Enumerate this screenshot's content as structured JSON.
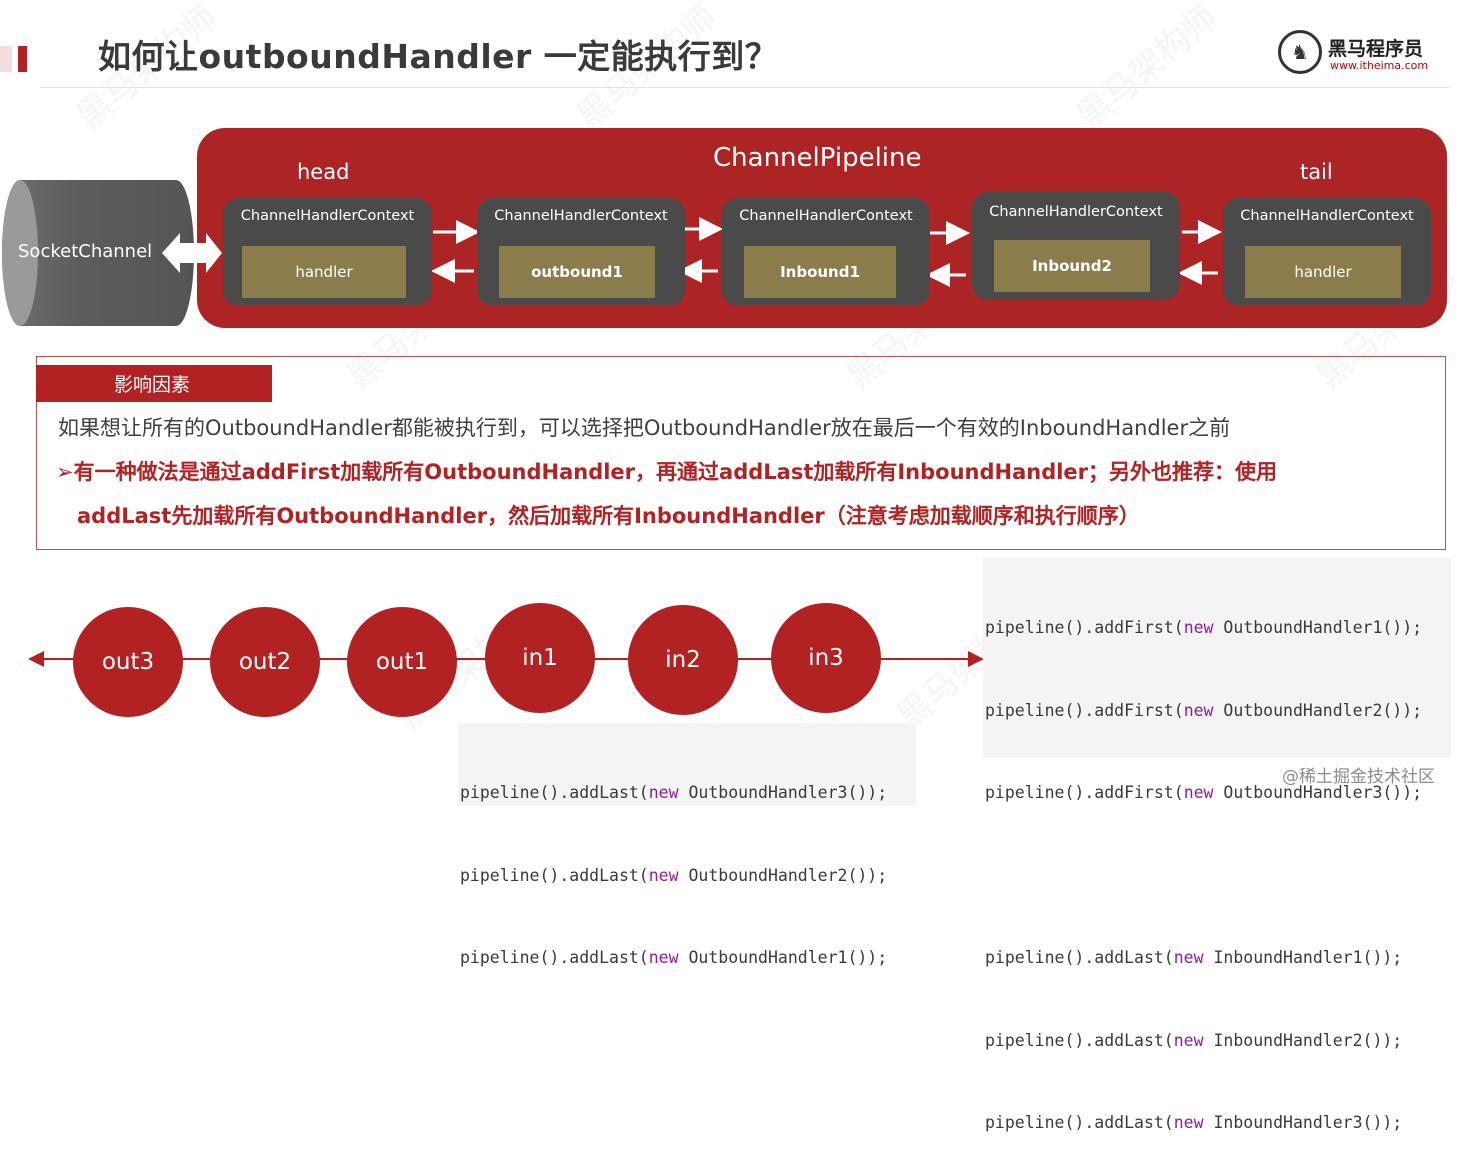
{
  "header": {
    "title": "如何让outboundHandler 一定能执行到？",
    "logo_name": "黑马程序员",
    "logo_url": "www.itheima.com"
  },
  "pipeline": {
    "title": "ChannelPipeline",
    "head_label": "head",
    "tail_label": "tail",
    "socket_label": "SocketChannel",
    "contexts": [
      {
        "label": "ChannelHandlerContext",
        "handler": "handler"
      },
      {
        "label": "ChannelHandlerContext",
        "handler": "outbound1"
      },
      {
        "label": "ChannelHandlerContext",
        "handler": "Inbound1"
      },
      {
        "label": "ChannelHandlerContext",
        "handler": "Inbound2"
      },
      {
        "label": "ChannelHandlerContext",
        "handler": "handler"
      }
    ]
  },
  "factors": {
    "tab_label": "影响因素",
    "line1": "如果想让所有的OutboundHandler都能被执行到，可以选择把OutboundHandler放在最后一个有效的InboundHandler之前",
    "line2": "➢有一种做法是通过addFirst加载所有OutboundHandler，再通过addLast加载所有InboundHandler；另外也推荐：使用",
    "line3": "addLast先加载所有OutboundHandler，然后加载所有InboundHandler（注意考虑加载顺序和执行顺序）"
  },
  "chain": {
    "nodes": [
      "out3",
      "out2",
      "out1",
      "in1",
      "in2",
      "in3"
    ]
  },
  "code_right": {
    "lines": [
      {
        "pre": "pipeline().addFirst(",
        "kw": "new",
        "post": " OutboundHandler1());"
      },
      {
        "pre": "pipeline().addFirst(",
        "kw": "new",
        "post": " OutboundHandler2());"
      },
      {
        "pre": "pipeline().addFirst(",
        "kw": "new",
        "post": " OutboundHandler3());"
      },
      {
        "pre": "",
        "kw": "",
        "post": ""
      },
      {
        "pre": "pipeline().addLast(",
        "kw": "new",
        "post": " InboundHandler1());"
      },
      {
        "pre": "pipeline().addLast(",
        "kw": "new",
        "post": " InboundHandler2());"
      },
      {
        "pre": "pipeline().addLast(",
        "kw": "new",
        "post": " InboundHandler3());"
      }
    ]
  },
  "code_bottom": {
    "lines": [
      {
        "pre": "pipeline().addLast(",
        "kw": "new",
        "post": " OutboundHandler3());"
      },
      {
        "pre": "pipeline().addLast(",
        "kw": "new",
        "post": " OutboundHandler2());"
      },
      {
        "pre": "pipeline().addLast(",
        "kw": "new",
        "post": " OutboundHandler1());"
      }
    ]
  },
  "footer": {
    "watermark": "@稀土掘金技术社区"
  },
  "background_watermark": "黑马架构师",
  "colors": {
    "accent_red": "#b22222",
    "handler_gold": "#8b7d4b",
    "context_gray": "#4a4a4a"
  }
}
